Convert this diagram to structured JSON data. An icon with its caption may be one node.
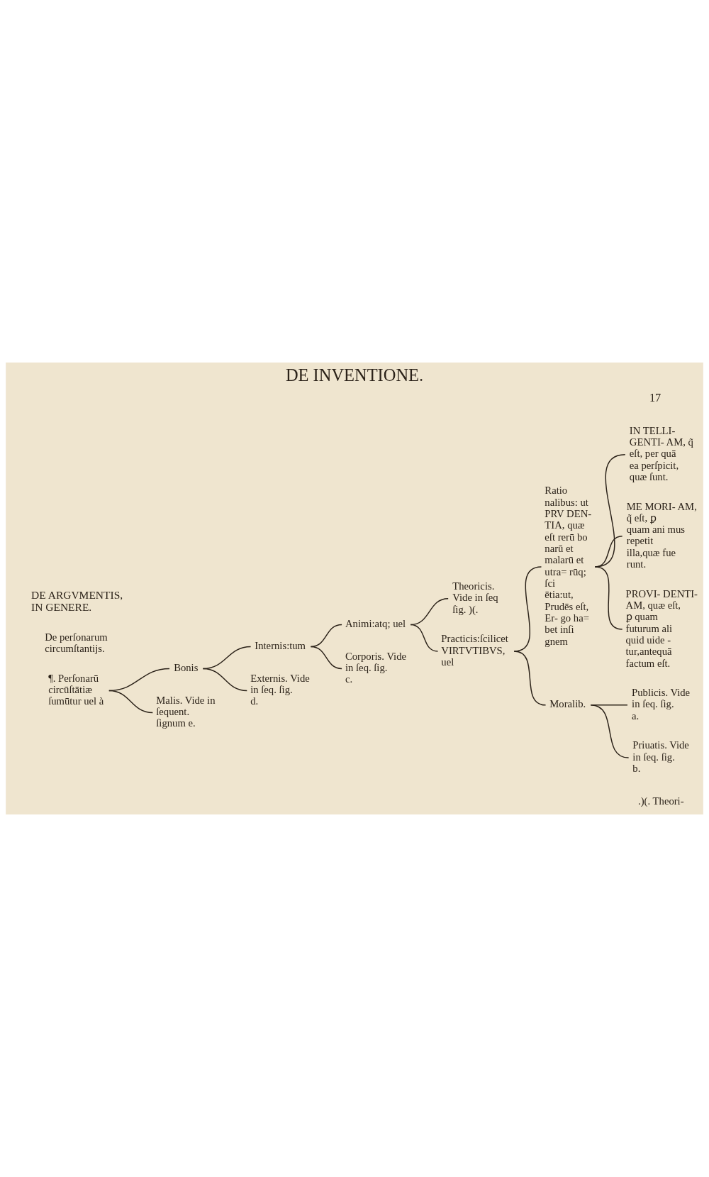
{
  "diagram": {
    "title": "DE INVENTIONE.",
    "nodes": [
      {
        "text": [
          "¶. Perſonarū circūſtātiæ ſumūtur uel à"
        ]
      },
      {
        "text": [
          "Bonis"
        ]
      },
      {
        "text": [
          "Internis:tum"
        ]
      },
      {
        "text": [
          "Animi:atq; uel"
        ]
      },
      {
        "text": [
          "Theoricis. Vide in ſeq ſig. )(."
        ]
      },
      {
        "text": [
          "Practicis:ſcilicet VIRTVTIBVS, uel"
        ]
      },
      {
        "text": [
          "Ratio nalibus: ut PRV DEN- TIA, quæ eſt rerū bo narū et malarū et utra= rūq; ſci ētia:ut, Prudēs eſt, Er- go ha= bet inſi gnem"
        ]
      },
      {
        "text": [
          "IN TELLI- GENTI- AM, q̃ eſt, per quā ea perſpicit, quæ ſunt."
        ]
      },
      {
        "text": [
          "ME MORI- AM, q̃ eſt, ꝑ quam ani mus repetit illa,quæ fue runt."
        ]
      },
      {
        "text": [
          "PROVI- DENTI- AM, quæ eſt, ꝑ quam futurum ali quid uide - tur,antequā factum eſt."
        ]
      },
      {
        "text": [
          "Moralib."
        ]
      },
      {
        "text": [
          "Publicis. Vide in ſeq. ſig. a."
        ]
      },
      {
        "text": [
          "Priuatis. Vide in ſeq. ſig. b."
        ]
      },
      {
        "text": [
          "Corporis. Vide in ſeq. ſig. c."
        ]
      },
      {
        "text": [
          "Externis. Vide in ſeq. ſig. d."
        ]
      },
      {
        "text": [
          "Malis. Vide in ſequent. ſignum e."
        ]
      }
    ],
    "edges": [
      {
        "from": 0,
        "to": 1,
        "arrow": "none"
      },
      {
        "from": 0,
        "to": 15,
        "arrow": "none"
      },
      {
        "from": 1,
        "to": 2,
        "arrow": "none"
      },
      {
        "from": 1,
        "to": 14,
        "arrow": "none"
      },
      {
        "from": 2,
        "to": 3,
        "arrow": "none"
      },
      {
        "from": 2,
        "to": 13,
        "arrow": "none"
      },
      {
        "from": 3,
        "to": 4,
        "arrow": "none"
      },
      {
        "from": 3,
        "to": 5,
        "arrow": "none"
      },
      {
        "from": 5,
        "to": 6,
        "arrow": "none"
      },
      {
        "from": 5,
        "to": 10,
        "arrow": "none"
      },
      {
        "from": 6,
        "to": 7,
        "arrow": "none"
      },
      {
        "from": 6,
        "to": 8,
        "arrow": "none"
      },
      {
        "from": 6,
        "to": 9,
        "arrow": "none"
      },
      {
        "from": 10,
        "to": 11,
        "arrow": "none"
      },
      {
        "from": 10,
        "to": 12,
        "arrow": "none"
      }
    ],
    "labels": [
      "17",
      "DE ARGVMENTIS, IN GENERE.",
      "De perſonarum circumſtantijs.",
      ".)(. Theori-"
    ]
  }
}
